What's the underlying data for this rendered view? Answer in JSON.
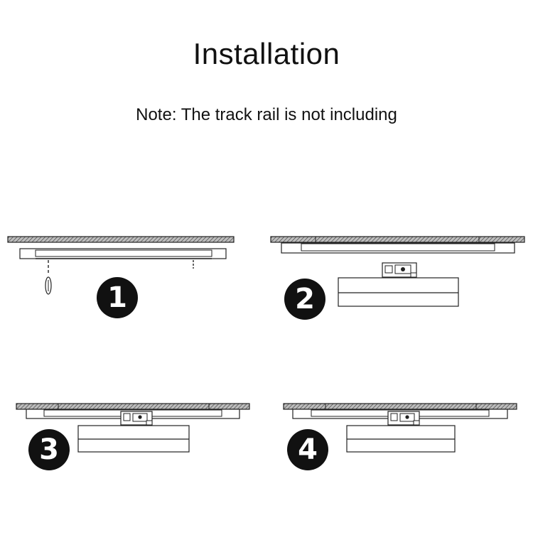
{
  "title": "Installation",
  "note": "Note: The track rail is not including",
  "steps": [
    {
      "number": "1"
    },
    {
      "number": "2"
    },
    {
      "number": "3"
    },
    {
      "number": "4"
    }
  ],
  "colors": {
    "line": "#222222",
    "badge": "#111111",
    "background": "#ffffff"
  }
}
